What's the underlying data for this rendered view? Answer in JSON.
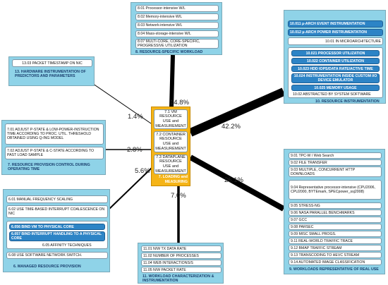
{
  "percentages": {
    "p14_8": "14.8%",
    "p42_2": "42.2%",
    "p26_1": "26.1%",
    "p7_0": "7.0%",
    "p5_6": "5.6%",
    "p2_8": "2.8%",
    "p1_4": "1.4%"
  },
  "center_box": {
    "items": [
      "7.1 VM RESOURCE USE and MEASUREMENT",
      "7.2 CONTAINER RESOURCE USE and MEASUREMENT",
      "7.3 DATAPLANE RESOURCE USE and MEASUREMENT"
    ],
    "title": "7. LOADING and MEASURING"
  },
  "box8": {
    "items": [
      "8.01 Processor-intensive W/L",
      "8.02 Memory-intensive W/L",
      "8.03 Network-intensive W/L",
      "8.04 Mass-storage-intensive W/L",
      "8.07 MULTI-CORE, CORE-SPECIFIC, PROGRESSIVE UTILIZATION"
    ],
    "title": "8. RESOURCE-SPECIFIC WORKLOAD"
  },
  "box10": {
    "items": [
      "10.011 μ-ARCH EVENT INSTRUMENTATION",
      "10.012 μ-ARCH POWER INSTRUMENTATION",
      "10.01 IN MICROARCHITECTURE"
    ],
    "sub_items": [
      "10.021 PROCESSOR UTILIZATION",
      "10.022 CONTAINER UTILIZATION",
      "10.023 HDD IOPS/DATA RATE/ACTIVE TIME",
      "10.024 INSTRUMENTATION INSIDE CUSTOM I/O DEVICE EMULATOR",
      "10.025 MEMORY USAGE"
    ],
    "sub_title": "10.02 ABSTRACTED BY  SYSTEM SOFTWARE",
    "title": "10. RESOURCE INSTRUMENTATION"
  },
  "box13": {
    "items": [
      "13.03 PACKET TIMESTAMP ON NIC"
    ],
    "title": "13. HARDWARE INSTRUMENTATION OF PREDICTORS AND PARAMETERS"
  },
  "box7_prov": {
    "items": [
      "7.01 ADJUST P-STATE & LOW-POWER-INSTRUCTION TIME ACCORDING TO PROC. UTIL. THRESHOLD OBTAINED USING Q-ING MODEL",
      "7.02 ADJUST P-STATE & C-STATE ACCORDING TO PAST LOAD SAMPLE"
    ],
    "title": "7. RESOURCE PROVISION CONTROL DURING OPERATING TIME"
  },
  "box6": {
    "items": [
      "6.01 MANUAL FREQUENCY SCALING",
      "6.02 USE TIME-BASED INTERRUPT COALESCENCE ON NIC"
    ],
    "sub_items": [
      "6.056 BIND VM TO PHYSICAL CORE",
      "6.057 BIND INTERRUPT HANDLING TO A PHYSICAL CORE",
      "6.05 AFFINITY TECHNIQUES"
    ],
    "item_last": "6.08 USE SOFTWARE NETWORK SWITCH.",
    "title": "6. MANAGED RESOURCE PROVISION"
  },
  "box11": {
    "items": [
      "11.01 N/W TX DATA RATE",
      "11.02 NUMBER OF PROCESSES",
      "11.04 WEB INTERACTIONS/S",
      "11.05 N/W PACKET RATE"
    ],
    "title": "11. WORKLOAD CHARACTERIZATION & INSTRUMENTATION"
  },
  "box9": {
    "items": [
      "9.01 TPC-W / Web Search",
      "9.02 FILE TRANSFER",
      "9.03 MULTIPLE, CONCURRENT HTTP DOWNLOADS",
      "9.04 Representative processor-intensive (CPU2006, CPU2000, BYTEmark, SPECpower_ssj2008)",
      "9.05 STRESS-NG",
      "9.06 NASA PARALLEL BENCHMARKS",
      "9.07 GCC",
      "9.08 PARSEC",
      "9.09 MISC SMALL PROGS.",
      "9.11 REAL-WORLD TRAFFIC TRACE",
      "9.12 BMAP TRAFFIC STREAM",
      "9.13 TRANSCODING TO HEVC STREAM",
      "9.14 AUTOMATED IMAGE CLASSIFICATION"
    ],
    "title": "9. WORKLOADS REPRESENTATIVE OF REAL USE"
  },
  "colors": {
    "box_fill": "#8fd3e8",
    "center_fill": "#f5b417",
    "highlight_blue": "#2d84c6",
    "title_text": "#1a3f6e"
  }
}
